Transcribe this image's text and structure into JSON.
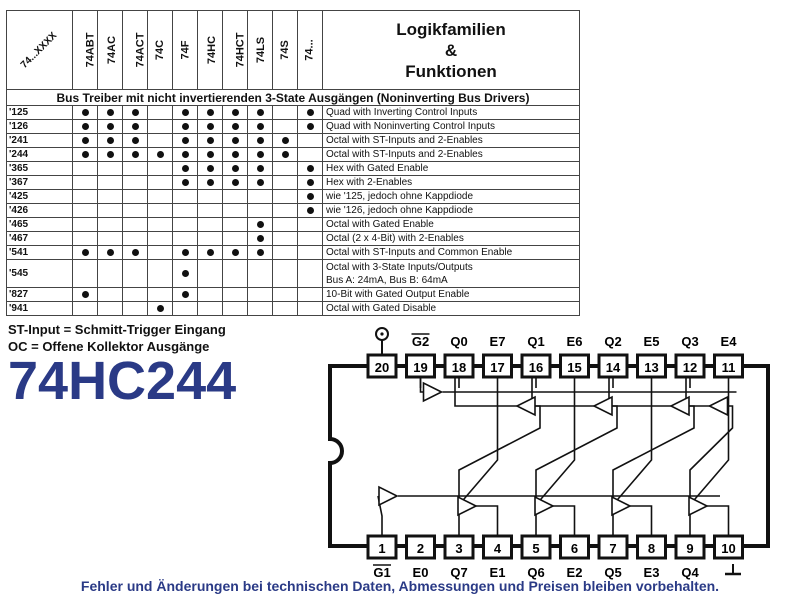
{
  "table": {
    "corner_label": "74...XXXX",
    "families": [
      "74ABT",
      "74AC",
      "74ACT",
      "74C",
      "74F",
      "74HC",
      "74HCT",
      "74LS",
      "74S",
      "74..."
    ],
    "title_lines": [
      "Logikfamilien",
      "&",
      "Funktionen"
    ],
    "section_title": "Bus Treiber mit nicht invertierenden 3-State Ausgängen (Noninverting Bus Drivers)",
    "rows": [
      {
        "part": "'125",
        "marks": [
          1,
          1,
          1,
          0,
          1,
          1,
          1,
          1,
          0,
          1
        ],
        "desc": [
          "Quad with Inverting Control Inputs"
        ]
      },
      {
        "part": "'126",
        "marks": [
          1,
          1,
          1,
          0,
          1,
          1,
          1,
          1,
          0,
          1
        ],
        "desc": [
          "Quad with Noninverting Control Inputs"
        ]
      },
      {
        "part": "'241",
        "marks": [
          1,
          1,
          1,
          0,
          1,
          1,
          1,
          1,
          1,
          0
        ],
        "desc": [
          "Octal with ST-Inputs and 2-Enables"
        ]
      },
      {
        "part": "'244",
        "marks": [
          1,
          1,
          1,
          1,
          1,
          1,
          1,
          1,
          1,
          0
        ],
        "desc": [
          "Octal with ST-Inputs and 2-Enables"
        ]
      },
      {
        "part": "'365",
        "marks": [
          0,
          0,
          0,
          0,
          1,
          1,
          1,
          1,
          0,
          1
        ],
        "desc": [
          "Hex with Gated Enable"
        ]
      },
      {
        "part": "'367",
        "marks": [
          0,
          0,
          0,
          0,
          1,
          1,
          1,
          1,
          0,
          1
        ],
        "desc": [
          "Hex with 2-Enables"
        ]
      },
      {
        "part": "'425",
        "marks": [
          0,
          0,
          0,
          0,
          0,
          0,
          0,
          0,
          0,
          1
        ],
        "desc": [
          "wie '125, jedoch ohne Kappdiode"
        ]
      },
      {
        "part": "'426",
        "marks": [
          0,
          0,
          0,
          0,
          0,
          0,
          0,
          0,
          0,
          1
        ],
        "desc": [
          "wie '126, jedoch ohne Kappdiode"
        ]
      },
      {
        "part": "'465",
        "marks": [
          0,
          0,
          0,
          0,
          0,
          0,
          0,
          1,
          0,
          0
        ],
        "desc": [
          "Octal with Gated Enable"
        ]
      },
      {
        "part": "'467",
        "marks": [
          0,
          0,
          0,
          0,
          0,
          0,
          0,
          1,
          0,
          0
        ],
        "desc": [
          "Octal (2 x 4-Bit) with 2-Enables"
        ]
      },
      {
        "part": "'541",
        "marks": [
          1,
          1,
          1,
          0,
          1,
          1,
          1,
          1,
          0,
          0
        ],
        "desc": [
          "Octal with ST-Inputs and Common Enable"
        ]
      },
      {
        "part": "'545",
        "marks": [
          0,
          0,
          0,
          0,
          1,
          0,
          0,
          0,
          0,
          0
        ],
        "desc": [
          "Octal with 3-State Inputs/Outputs",
          "Bus A: 24mA, Bus B: 64mA"
        ]
      },
      {
        "part": "'827",
        "marks": [
          1,
          0,
          0,
          0,
          1,
          0,
          0,
          0,
          0,
          0
        ],
        "desc": [
          "10-Bit with Gated Output Enable"
        ]
      },
      {
        "part": "'941",
        "marks": [
          0,
          0,
          0,
          1,
          0,
          0,
          0,
          0,
          0,
          0
        ],
        "desc": [
          "Octal with Gated Disable"
        ]
      }
    ]
  },
  "notes": {
    "st": "ST-Input = Schmitt-Trigger Eingang",
    "oc": "OC = Offene Kollektor Ausgänge"
  },
  "chip_title": "74HC244",
  "diagram": {
    "top_labels": [
      "G2",
      "Q0",
      "E7",
      "Q1",
      "E6",
      "Q2",
      "E5",
      "Q3",
      "E4"
    ],
    "top_pins": [
      "20",
      "19",
      "18",
      "17",
      "16",
      "15",
      "14",
      "13",
      "12",
      "11"
    ],
    "bottom_pins": [
      "1",
      "2",
      "3",
      "4",
      "5",
      "6",
      "7",
      "8",
      "9",
      "10"
    ],
    "bottom_labels": [
      "G1",
      "E0",
      "Q7",
      "E1",
      "Q6",
      "E2",
      "Q5",
      "E3",
      "Q4"
    ]
  },
  "footer": "Fehler und Änderungen bei technischen Daten, Abmessungen und Preisen bleiben vorbehalten."
}
